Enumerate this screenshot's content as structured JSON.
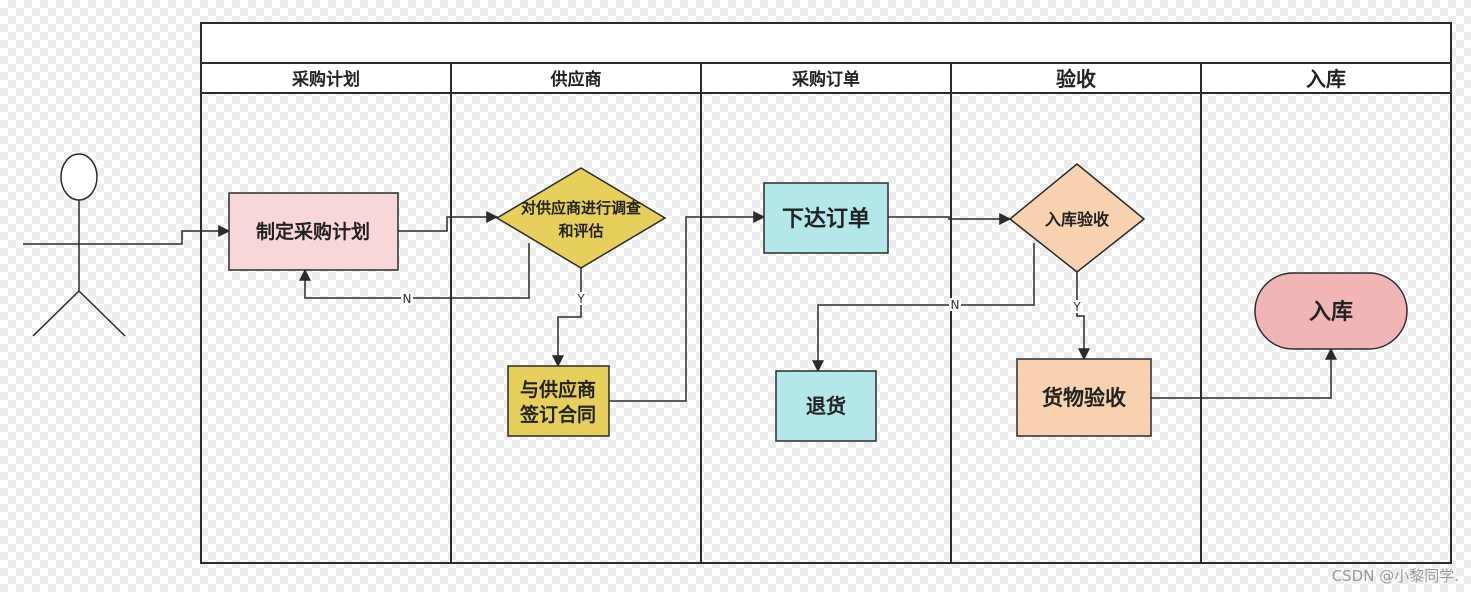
{
  "lanes": [
    "采购计划",
    "供应商",
    "采购订单",
    "验收",
    "入库"
  ],
  "nodes": {
    "make_plan": "制定采购计划",
    "supplier_review": [
      "对供应商进行调查",
      "和评估"
    ],
    "sign_contract": [
      "与供应商",
      "签订合同"
    ],
    "place_order": "下达订单",
    "inbound_check": "入库验收",
    "return_goods": "退货",
    "goods_check": "货物验收",
    "warehouse": "入库"
  },
  "edge_labels": {
    "yes": "Y",
    "no": "N"
  },
  "colors": {
    "pink": "#f8d7d8",
    "yellow": "#e6cf5a",
    "cyan": "#b3e7ea",
    "peach": "#f8d2b0",
    "rose": "#f1b5b6",
    "line": "#2b2b2b"
  },
  "watermark": "CSDN @小黎同学."
}
